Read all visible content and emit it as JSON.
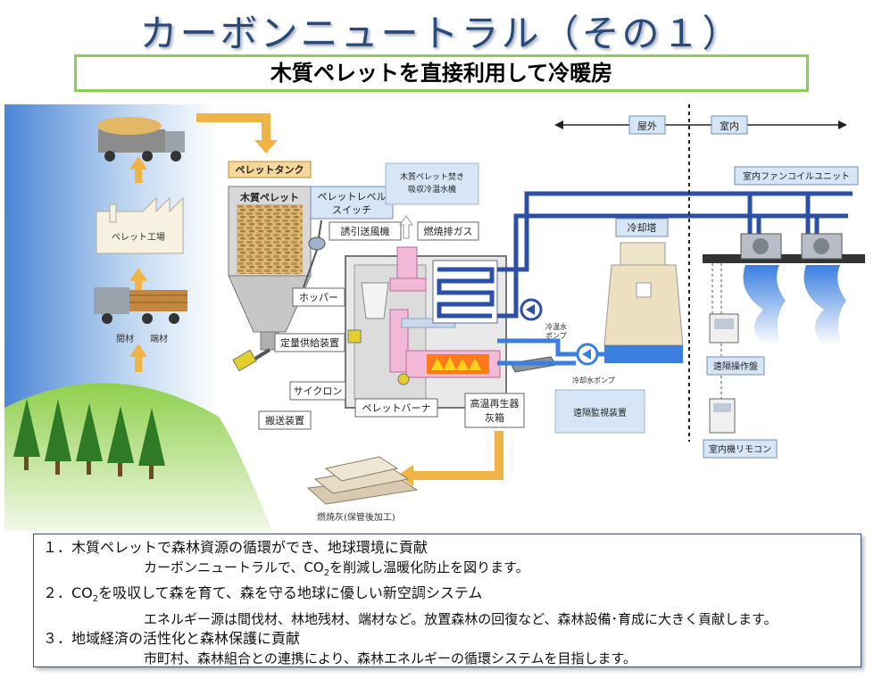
{
  "title": "カーボンニュートラル（その１）",
  "subtitle": "木質ペレットを直接利用して冷暖房",
  "diagram": {
    "zone_outdoor": "屋外",
    "zone_indoor": "室内",
    "pellet_tank": "ペレットタンク",
    "wood_pellet": "木質ペレット",
    "pellet_level_switch_1": "ペレットレベル",
    "pellet_level_switch_2": "スイッチ",
    "absorption_chiller_1": "木質ペレット焚き",
    "absorption_chiller_2": "吸収冷温水機",
    "induced_fan": "誘引送風機",
    "exhaust_gas": "燃焼排ガス",
    "hopper": "ホッパー",
    "feeder": "定量供給装置",
    "cyclone": "サイクロン",
    "conveyor": "搬送装置",
    "pellet_burner": "ペレットバーナ",
    "regenerator_1": "高温再生器",
    "regenerator_2": "灰箱",
    "cooling_tower": "冷却塔",
    "hot_water_pump_1": "冷温水",
    "hot_water_pump_2": "ポンプ",
    "cooling_pump": "冷却水ポンプ",
    "remote_monitor": "遠隔監視装置",
    "fan_coil_unit": "室内ファンコイルユニット",
    "remote_panel": "遠隔操作盤",
    "indoor_remote": "室内機リモコン",
    "pellet_factory": "ペレット工場",
    "thinned_wood": "間材",
    "offcuts": "端材",
    "ash": "燃焼灰(保管後加工)"
  },
  "notes": [
    {
      "heading": "１．木質ペレットで森林資源の循環ができ、地球環境に貢献",
      "body_before": "カーボンニュートラルで、CO",
      "body_sub": "2",
      "body_after": "を削減し温暖化防止を図ります。"
    },
    {
      "heading_before": "２．CO",
      "heading_sub": "2",
      "heading_after": "を吸収して森を育て、森を守る地球に優しい新空調システム",
      "body": "エネルギー源は間伐材、林地残材、端材など。放置森林の回復など、森林設備･育成に大きく貢献します。"
    },
    {
      "heading": "３．地域経済の活性化と森林保護に貢献",
      "body": "市町村、森林組合との連携により、森林エネルギーの循環システムを目指します。"
    }
  ],
  "colors": {
    "title": "#2b4a78",
    "subtitle_border": "#8ccf55",
    "arrow_orange": "#f0b445",
    "pipe_blue": "#2c4fa8",
    "cooling_blue": "#3a7ee0",
    "forest_green": "#4f9a2e"
  }
}
